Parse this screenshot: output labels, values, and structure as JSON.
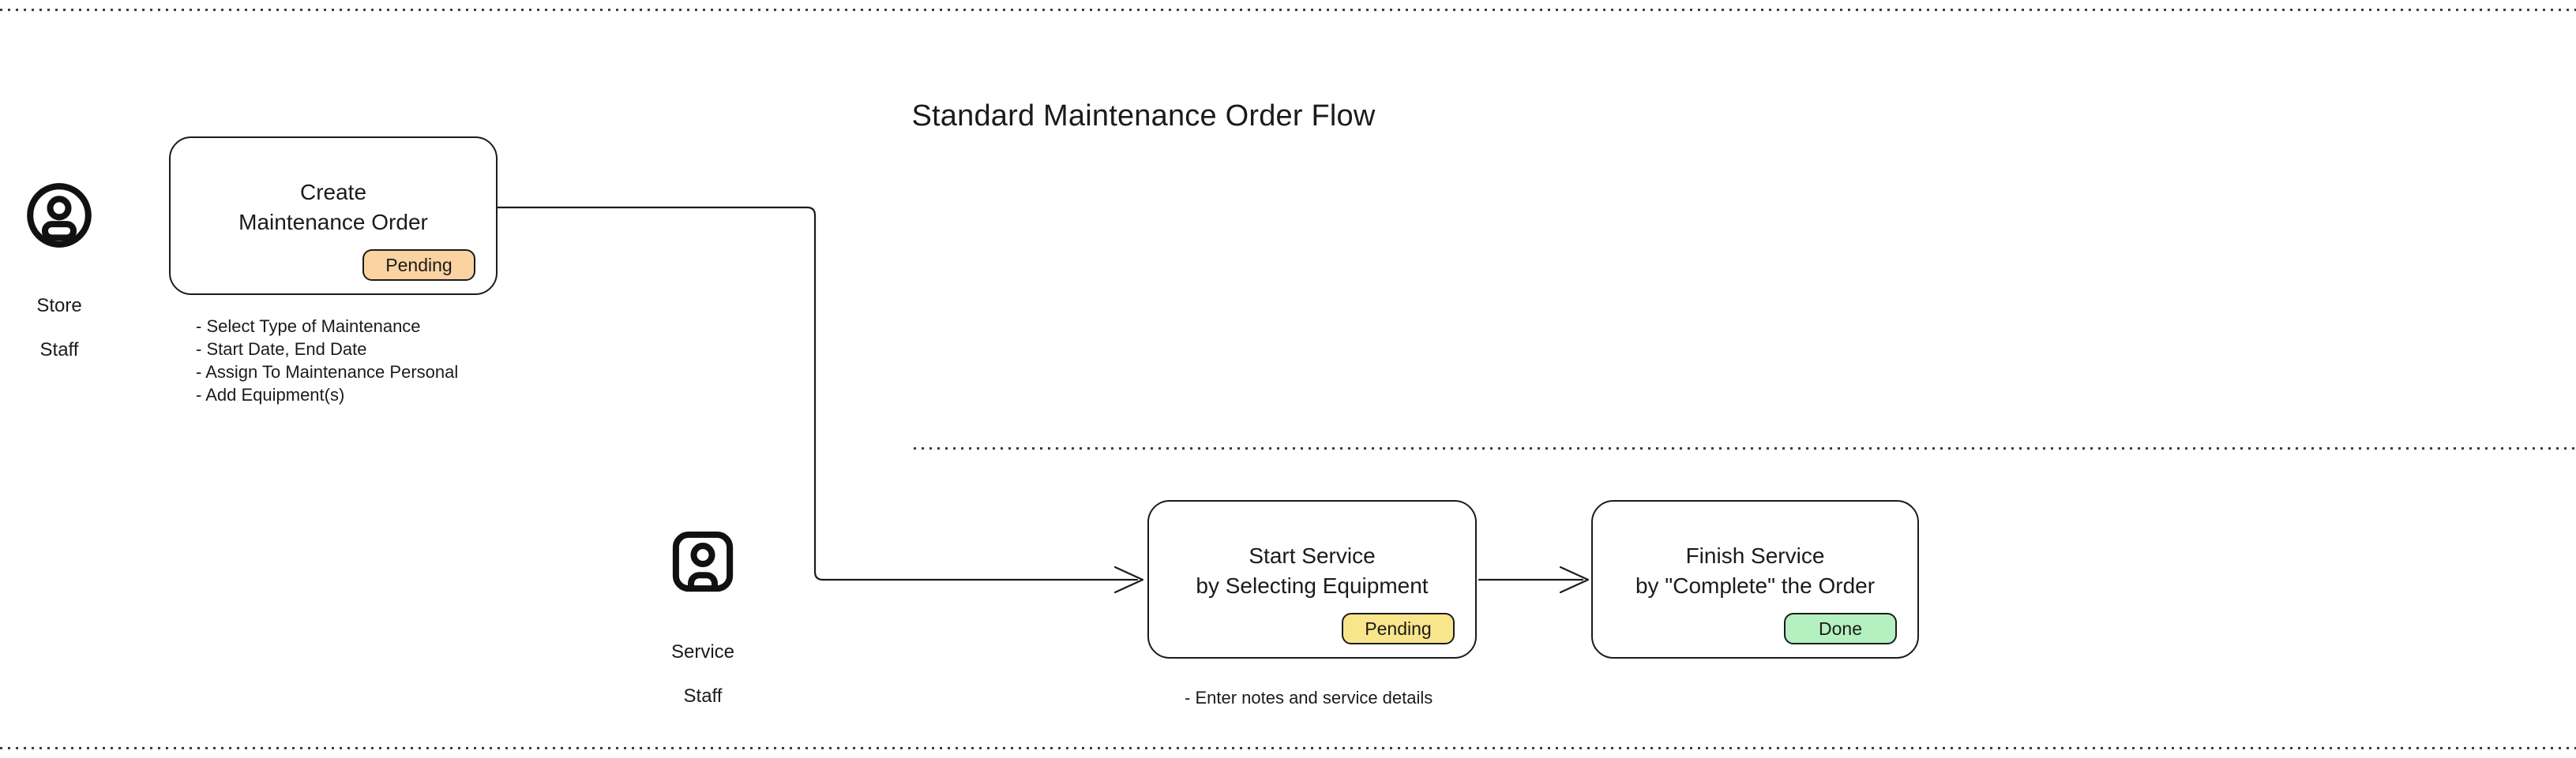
{
  "title": "Standard Maintenance Order Flow",
  "actors": {
    "store": {
      "line1": "Store",
      "line2": "Staff",
      "icon": "user-circle-icon"
    },
    "service": {
      "line1": "Service",
      "line2": "Staff",
      "icon": "user-square-icon"
    }
  },
  "nodes": {
    "create": {
      "line1": "Create",
      "line2": "Maintenance Order",
      "badge": "Pending",
      "badge_color": "#fbd3a2",
      "details": [
        "- Select Type of Maintenance",
        "- Start Date, End Date",
        "- Assign To Maintenance Personal",
        "- Add Equipment(s)"
      ]
    },
    "start": {
      "line1": "Start Service",
      "line2": "by Selecting Equipment",
      "badge": "Pending",
      "badge_color": "#f9e58b",
      "details": [
        "- Enter notes and service details"
      ]
    },
    "finish": {
      "line1": "Finish Service",
      "line2": "by \"Complete\" the Order",
      "badge": "Done",
      "badge_color": "#b4f0c0"
    }
  },
  "colors": {
    "stroke": "#1b1b1b",
    "text": "#1b1b1b",
    "pending_create_badge": "#fbd3a2",
    "pending_start_badge": "#f9e58b",
    "done_badge": "#b4f0c0",
    "background": "#ffffff"
  }
}
